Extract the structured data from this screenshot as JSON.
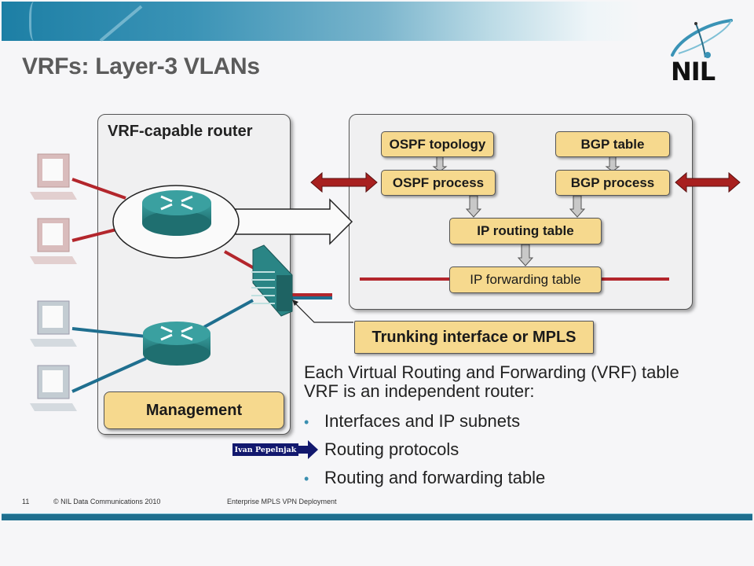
{
  "slide": {
    "title": "VRFs: Layer-3 VLANs",
    "logo_text": "NIL",
    "page_number": "11",
    "copyright": "© NIL Data Communications 2010",
    "course": "Enterprise MPLS VPN Deployment"
  },
  "diagram": {
    "router_panel_title": "VRF-capable router",
    "management_label": "Management",
    "trunk_label": "Trunking interface or MPLS",
    "vrf_boxes": {
      "ospf_topology": "OSPF topology",
      "ospf_process": "OSPF process",
      "bgp_table": "BGP table",
      "bgp_process": "BGP process",
      "ip_routing_table": "IP routing table",
      "ip_forwarding_table": "IP forwarding table"
    },
    "colors": {
      "red_link": "#b3262c",
      "blue_link": "#1f6f8f",
      "router": "#2f8f8f",
      "box_fill": "#f6d98e"
    }
  },
  "text": {
    "description_line1": "Each Virtual Routing and Forwarding (VRF) table",
    "description_line2": "VRF is an independent router:",
    "bullets": [
      "Interfaces and IP subnets",
      "Routing protocols",
      "Routing and forwarding table"
    ]
  },
  "overlay": {
    "author_tag": "Ivan Pepelnjak"
  }
}
